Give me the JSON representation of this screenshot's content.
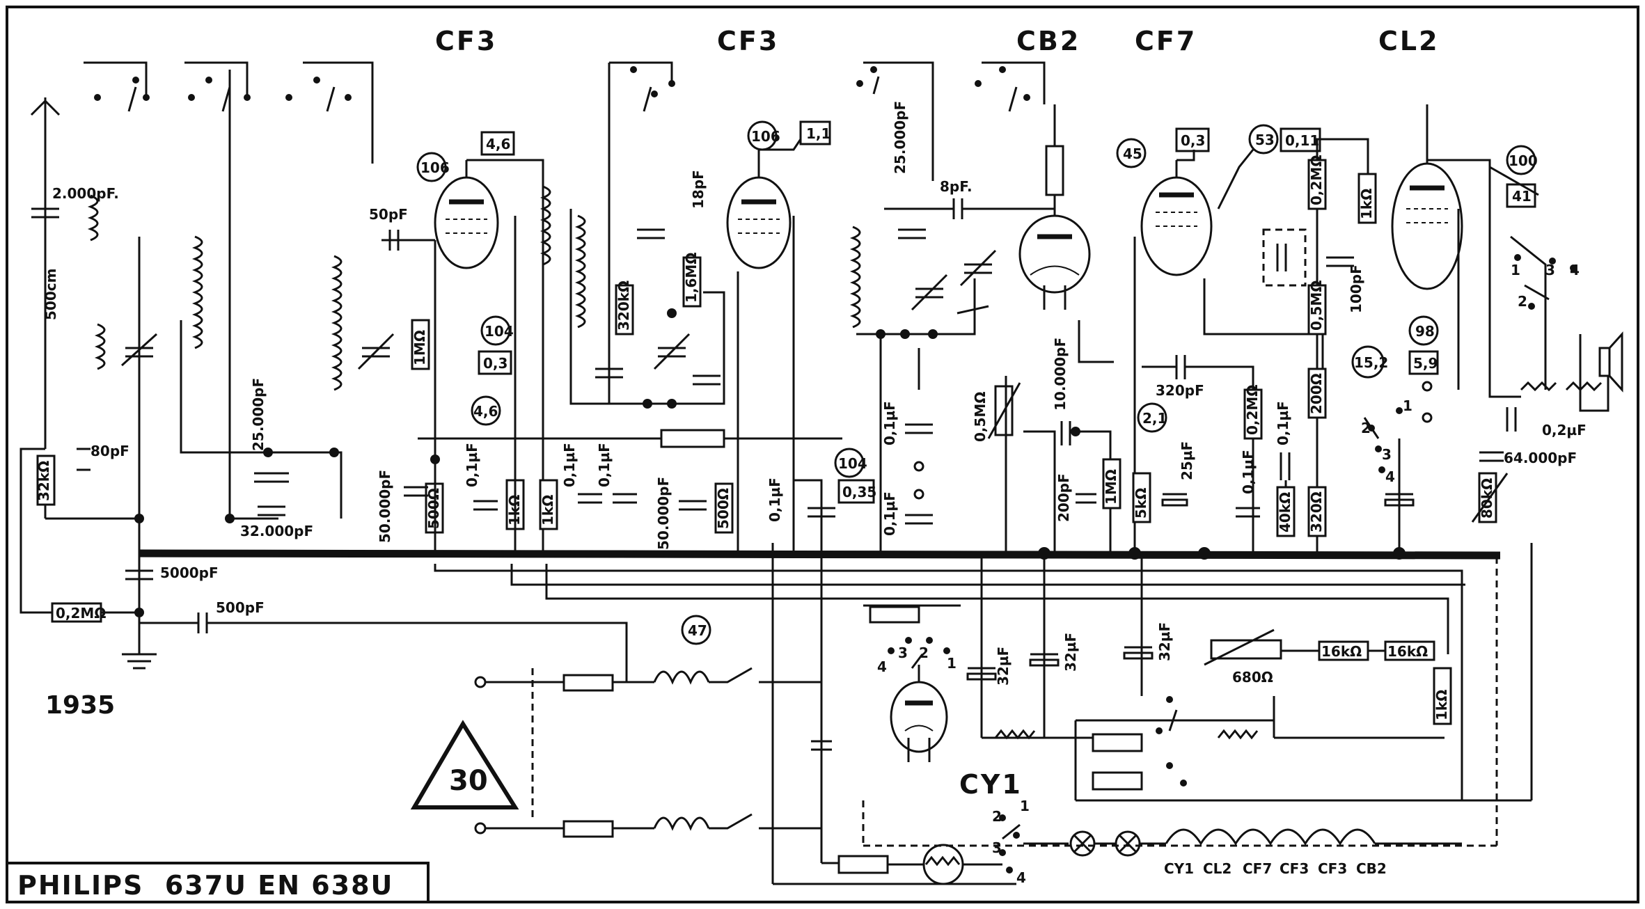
{
  "tubes": {
    "t1": "CF3",
    "t2": "CF3",
    "t3": "CB2",
    "t4": "CF7",
    "t5": "CL2",
    "t6": "CY1"
  },
  "values": {
    "c_2000pf": "2.000pF.",
    "c_500cm": "500cm",
    "c_80pf": "80pF",
    "r_32k": "32kΩ",
    "c_25000pf_a": "25.000pF",
    "c_32000pf": "32.000pF",
    "c_50pf": "50pF",
    "c_50000pf_a": "50.000pF",
    "r_1mohm_a": "1MΩ",
    "r_500ohm_a": "500Ω",
    "c_01uf_a": "0,1µF",
    "r_1k_a": "1kΩ",
    "r_1k_b": "1kΩ",
    "c_01uf_b": "0,1µF",
    "c_01uf_c": "0,1µF",
    "r_320k": "320kΩ",
    "c_18pf": "18pF",
    "r_16mohm": "1,6MΩ",
    "c_50000pf_b": "50.000pF",
    "r_500ohm_b": "500Ω",
    "c_01uf_d": "0,1µF",
    "c_25000pf_b": "25.000pF",
    "c_8pf": "8pF.",
    "c_01uf_e": "0,1µF",
    "c_01uf_f": "0,1µF",
    "r_05mohm_a": "0,5MΩ",
    "c_10000pf": "10.000pF",
    "c_200pf": "200pF",
    "r_1mohm_b": "1MΩ",
    "c_320pf": "320pF",
    "r_5k": "5kΩ",
    "c_25uf": "25µF",
    "r_02mohm_a": "0,2MΩ",
    "c_01uf_g": "0,1µF",
    "c_01uf_h": "0,1µF",
    "r_40k": "40kΩ",
    "r_320ohm": "320Ω",
    "r_200ohm": "200Ω",
    "r_05mohm_b": "0,5MΩ",
    "r_02mohm_b": "0,2MΩ",
    "r_1k_c": "1kΩ",
    "c_100pf": "100pF",
    "c_02uf": "0,2µF",
    "c_64000pf": "64.000pF",
    "r_80k": "80kΩ",
    "c_5000pf": "5000pF",
    "r_02mohm_c": "0,2MΩ",
    "c_500pf": "500pF",
    "c_32uf_a": "32µF",
    "c_32uf_b": "32µF",
    "c_32uf_c": "32µF",
    "r_680ohm": "680Ω",
    "r_16k_a": "16kΩ",
    "r_16k_b": "16kΩ",
    "r_1k_d": "1kΩ"
  },
  "voltages": {
    "v106_a": "106",
    "v46_a": "4,6",
    "v104_a": "104",
    "v03_a": "0,3",
    "v46_b": "4,6",
    "v106_b": "106",
    "v11": "1,1",
    "v104_b": "104",
    "v035": "0,35",
    "v47": "47",
    "v45": "45",
    "v03_b": "0,3",
    "v53": "53",
    "v011": "0,11",
    "v21": "2,1",
    "v100": "100",
    "v41": "41",
    "v98": "98",
    "v152": "15,2",
    "v59": "5,9"
  },
  "switch_positions": [
    "1",
    "2",
    "3",
    "4"
  ],
  "filament_chain": [
    "CY1",
    "CL2",
    "CF7",
    "CF3",
    "CF3",
    "CB2"
  ],
  "year": "1935",
  "badge": "30",
  "footer_title": "PHILIPS  637U EN 638U"
}
